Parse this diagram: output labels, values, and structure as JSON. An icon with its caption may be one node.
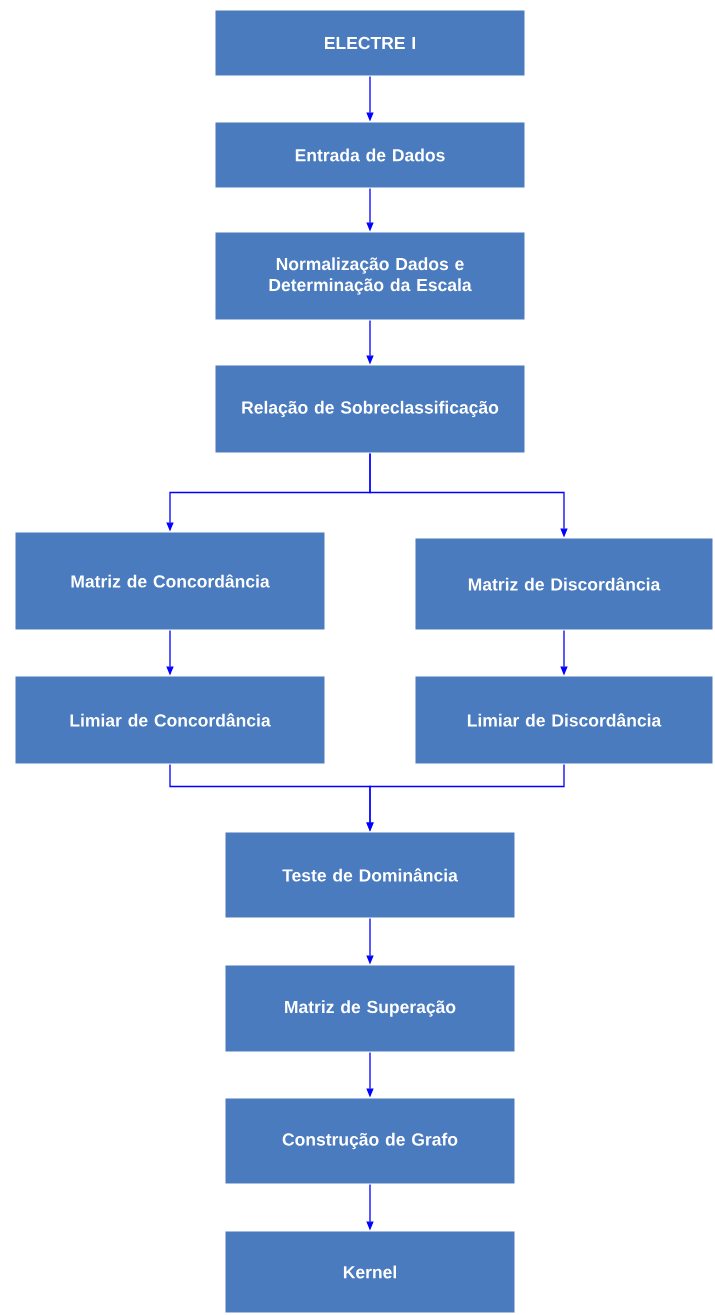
{
  "diagram": {
    "nodes": [
      {
        "text": [
          "ELECTRE I"
        ]
      },
      {
        "text": [
          "Entrada de Dados"
        ]
      },
      {
        "text": [
          "Normalização Dados e Determinação da Escala"
        ]
      },
      {
        "text": [
          "Relação de Sobreclassificação"
        ]
      },
      {
        "text": [
          "Matriz de Concordância"
        ]
      },
      {
        "text": [
          "Matriz de Discordância"
        ]
      },
      {
        "text": [
          "Limiar de Concordância"
        ]
      },
      {
        "text": [
          "Limiar de Discordância"
        ]
      },
      {
        "text": [
          "Teste de Dominância"
        ]
      },
      {
        "text": [
          "Matriz de Superação"
        ]
      },
      {
        "text": [
          "Construção de Grafo"
        ]
      },
      {
        "text": [
          "Kernel"
        ]
      }
    ],
    "edges": [
      {
        "from": 0,
        "to": 1,
        "arrow": "to"
      },
      {
        "from": 1,
        "to": 2,
        "arrow": "to"
      },
      {
        "from": 2,
        "to": 3,
        "arrow": "to"
      },
      {
        "from": 3,
        "to": 4,
        "arrow": "to"
      },
      {
        "from": 3,
        "to": 5,
        "arrow": "to"
      },
      {
        "from": 4,
        "to": 6,
        "arrow": "to"
      },
      {
        "from": 5,
        "to": 7,
        "arrow": "to"
      },
      {
        "from": 6,
        "to": 8,
        "arrow": "to"
      },
      {
        "from": 7,
        "to": 8,
        "arrow": "to"
      },
      {
        "from": 8,
        "to": 9,
        "arrow": "to"
      },
      {
        "from": 9,
        "to": 10,
        "arrow": "to"
      },
      {
        "from": 10,
        "to": 11,
        "arrow": "to"
      }
    ]
  }
}
